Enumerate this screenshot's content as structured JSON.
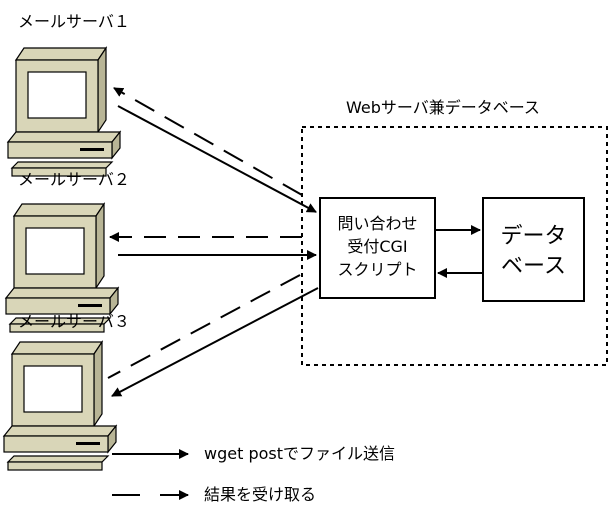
{
  "servers": [
    {
      "label": "メールサーバ１"
    },
    {
      "label": "メールサーバ２"
    },
    {
      "label": "メールサーバ３"
    }
  ],
  "web_db_group": {
    "label": "Webサーバ兼データベース"
  },
  "cgi_box": {
    "lines": [
      "問い合わせ",
      "受付CGI",
      "スクリプト"
    ]
  },
  "db_box": {
    "lines": [
      "データ",
      "ベース"
    ]
  },
  "legend": {
    "solid": "wget postでファイル送信",
    "dashed": "結果を受け取る"
  }
}
